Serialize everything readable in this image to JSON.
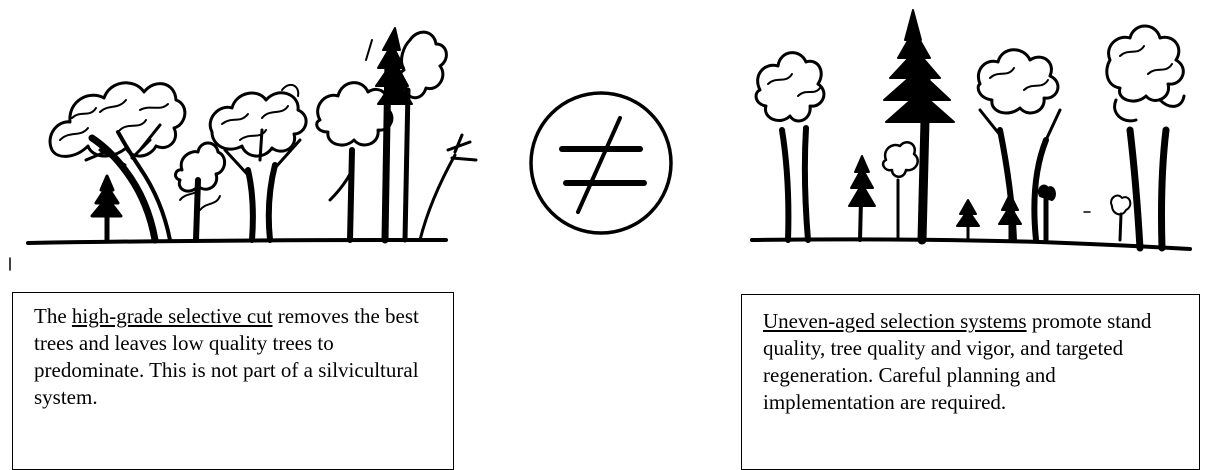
{
  "left_caption": {
    "prefix": "The ",
    "term": "high-grade selective cut",
    "rest": " removes the best trees and leaves low quality trees to predominate. This is not part of a silvicultural system."
  },
  "right_caption": {
    "term": "Uneven-aged selection systems",
    "rest": " promote stand quality, tree quality and vigor, and targeted regeneration. Careful planning and implementation are required."
  },
  "symbol": {
    "name": "not-equal-icon"
  },
  "colors": {
    "ink": "#000000",
    "paper": "#ffffff"
  }
}
